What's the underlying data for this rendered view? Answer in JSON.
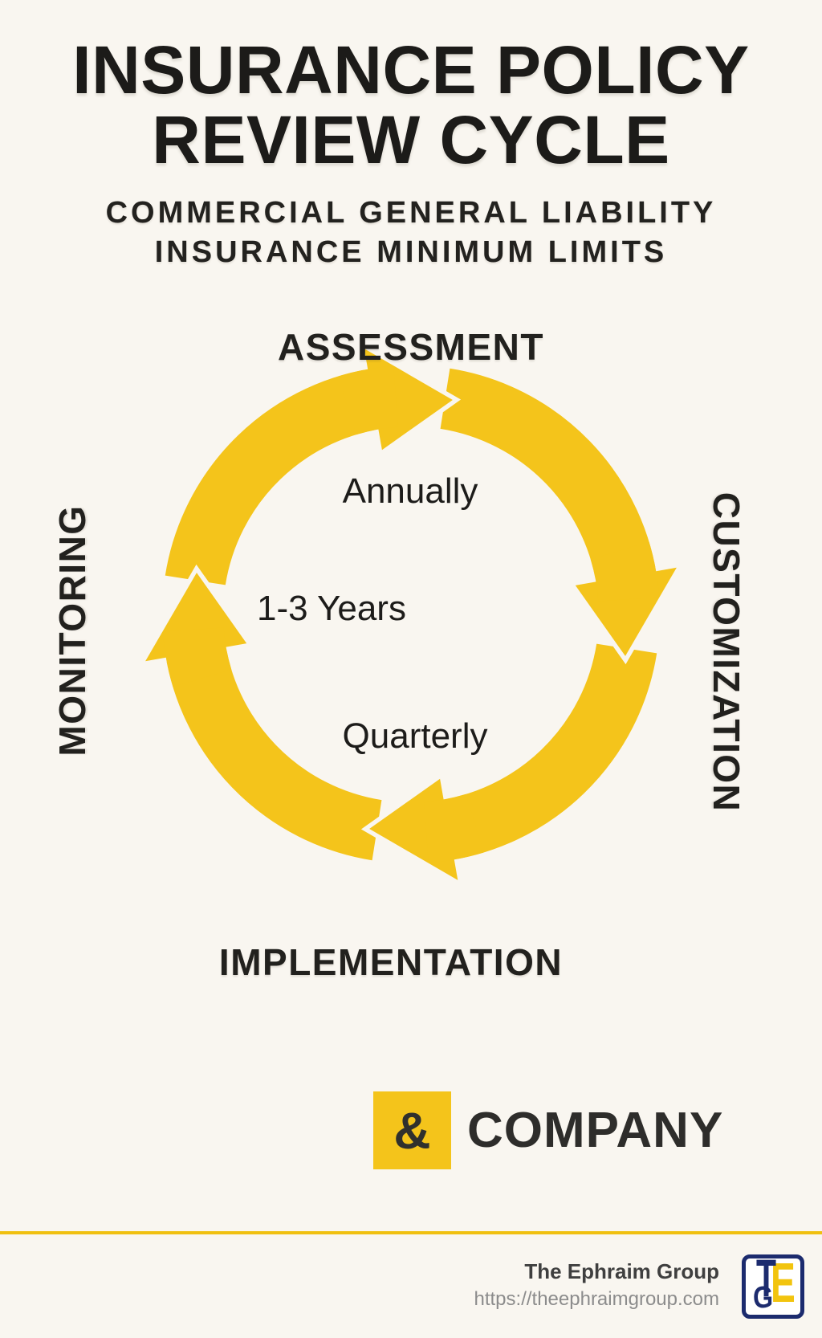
{
  "colors": {
    "background": "#F9F6F0",
    "arrow_yellow": "#F4C41B",
    "divider_yellow": "#F0C010",
    "text_dark": "#1D1C1A",
    "logo_navy": "#1C2B6E",
    "logo_yellow": "#F2C40E"
  },
  "header": {
    "title_line1": "INSURANCE POLICY",
    "title_line2": "REVIEW CYCLE",
    "subtitle_line1": "COMMERCIAL GENERAL LIABILITY",
    "subtitle_line2": "INSURANCE MINIMUM LIMITS"
  },
  "cycle": {
    "direction": "clockwise",
    "arrow_color": "#F4C41B",
    "stages": [
      {
        "label": "ASSESSMENT",
        "position": "top"
      },
      {
        "label": "CUSTOMIZATION",
        "position": "right"
      },
      {
        "label": "IMPLEMENTATION",
        "position": "bottom"
      },
      {
        "label": "MONITORING",
        "position": "left"
      }
    ],
    "intervals": [
      {
        "label": "Annually",
        "position": "top-inside"
      },
      {
        "label": "1-3 Years",
        "position": "middle-inside"
      },
      {
        "label": "Quarterly",
        "position": "bottom-inside"
      }
    ]
  },
  "brand": {
    "ampersand": "&",
    "name": "COMPANY"
  },
  "footer": {
    "company_name": "The Ephraim Group",
    "website": "https://theephraimgroup.com",
    "logo": {
      "letters": [
        "T",
        "E",
        "G"
      ]
    }
  }
}
